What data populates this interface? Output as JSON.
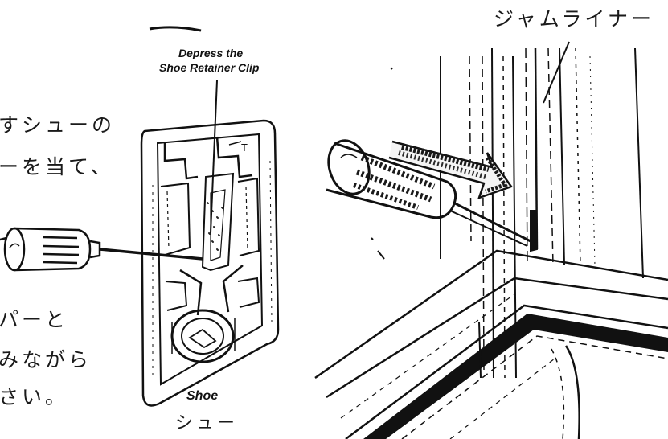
{
  "labels": {
    "jamliner_jp": "ジャムライナー",
    "depress_line1": "Depress the",
    "depress_line2": "Shoe Retainer Clip",
    "shoe_en": "Shoe",
    "shoe_jp": "シュー"
  },
  "cropped_text": [
    "すシューの",
    "ーを当て、",
    "パーと",
    "みながら",
    "さい。"
  ]
}
